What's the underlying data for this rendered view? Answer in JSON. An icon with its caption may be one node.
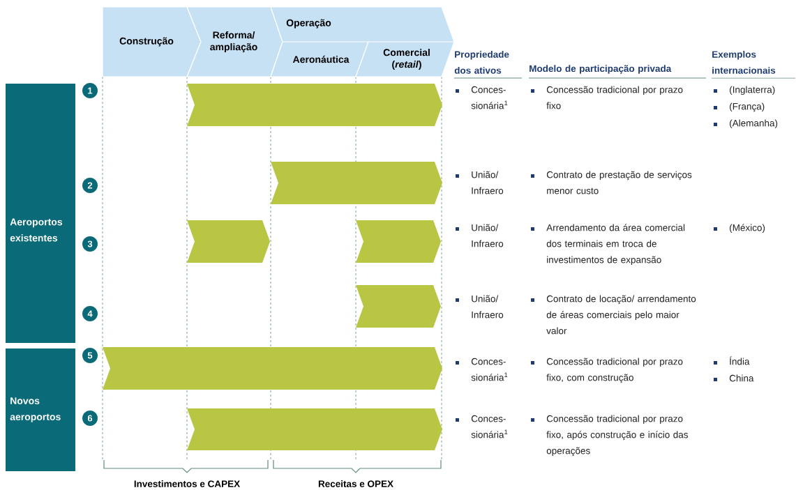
{
  "diagram": {
    "nodes": [
      {
        "text": [
          "Construção"
        ]
      },
      {
        "text": [
          "Reforma/ ampliação"
        ]
      },
      {
        "text": [
          "Operação"
        ]
      },
      {
        "text": [
          "Aeronáutica"
        ],
        "in": 2
      },
      {
        "text": [
          "Comercial (*retail*)"
        ],
        "in": 2
      },
      {
        "text": [
          "Aeroportos existentes"
        ]
      },
      {
        "text": [
          "Novos aeroportos"
        ]
      },
      {
        "text": [
          "1"
        ]
      },
      {
        "text": [
          "2"
        ]
      },
      {
        "text": [
          "3"
        ]
      },
      {
        "text": [
          "4"
        ]
      },
      {
        "text": [
          "5"
        ]
      },
      {
        "text": [
          "6"
        ]
      },
      {
        "text": [],
        "shape": "chevron"
      },
      {
        "text": [],
        "shape": "chevron"
      },
      {
        "text": [],
        "shape": "chevron"
      },
      {
        "text": [],
        "shape": "chevron"
      },
      {
        "text": [],
        "shape": "chevron"
      },
      {
        "text": [],
        "shape": "chevron"
      },
      {
        "text": [],
        "shape": "chevron"
      }
    ],
    "edges": [],
    "labels": [
      "Propriedade dos ativos",
      "Modelo de participação privada",
      "Exemplos internacionais",
      "Conces- sionária$^{1}$",
      "Concessão tradicional por prazo fixo",
      "(Inglaterra)",
      "(França)",
      "(Alemanha)",
      "União/ Infraero",
      "Contrato de prestação de serviços menor custo",
      "União/ Infraero",
      "Arrendamento da área comercial dos terminais em troca de investimentos de expansão",
      "(México)",
      "União/ Infraero",
      "Contrato de locação/ arrendamento de áreas comerciais pelo maior valor",
      "Conces- sionária$^{1}$",
      "Concessão tradicional por prazo fixo, com construção",
      "Índia",
      "China",
      "Conces- sionária$^{1}$",
      "Concessão tradicional por prazo fixo, após construção e início das operações",
      "Investimentos e CAPEX",
      "Receitas e OPEX"
    ]
  }
}
